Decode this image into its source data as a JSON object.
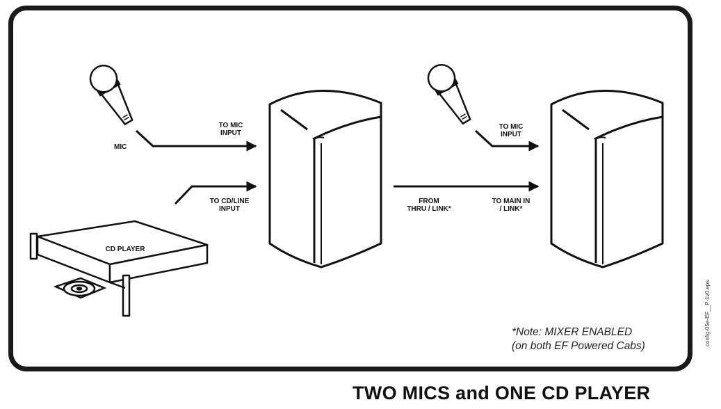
{
  "diagram": {
    "labels": {
      "mic": "MIC",
      "to_mic_input_1": "TO MIC\nINPUT",
      "to_cdline_input": "TO CD/LINE\nINPUT",
      "cd_player": "CD PLAYER",
      "to_mic_input_2": "TO MIC\nINPUT",
      "from_thru_link": "FROM\nTHRU / LINK*",
      "to_main_in_link": "TO MAIN IN\n/ LINK*"
    },
    "note": {
      "line1": "*Note: MIXER ENABLED",
      "line2": "(on both EF Powered Cabs)"
    },
    "file_id": "config-05e-EF__P-1v0.eps",
    "title": "TWO MICS and ONE CD PLAYER"
  }
}
